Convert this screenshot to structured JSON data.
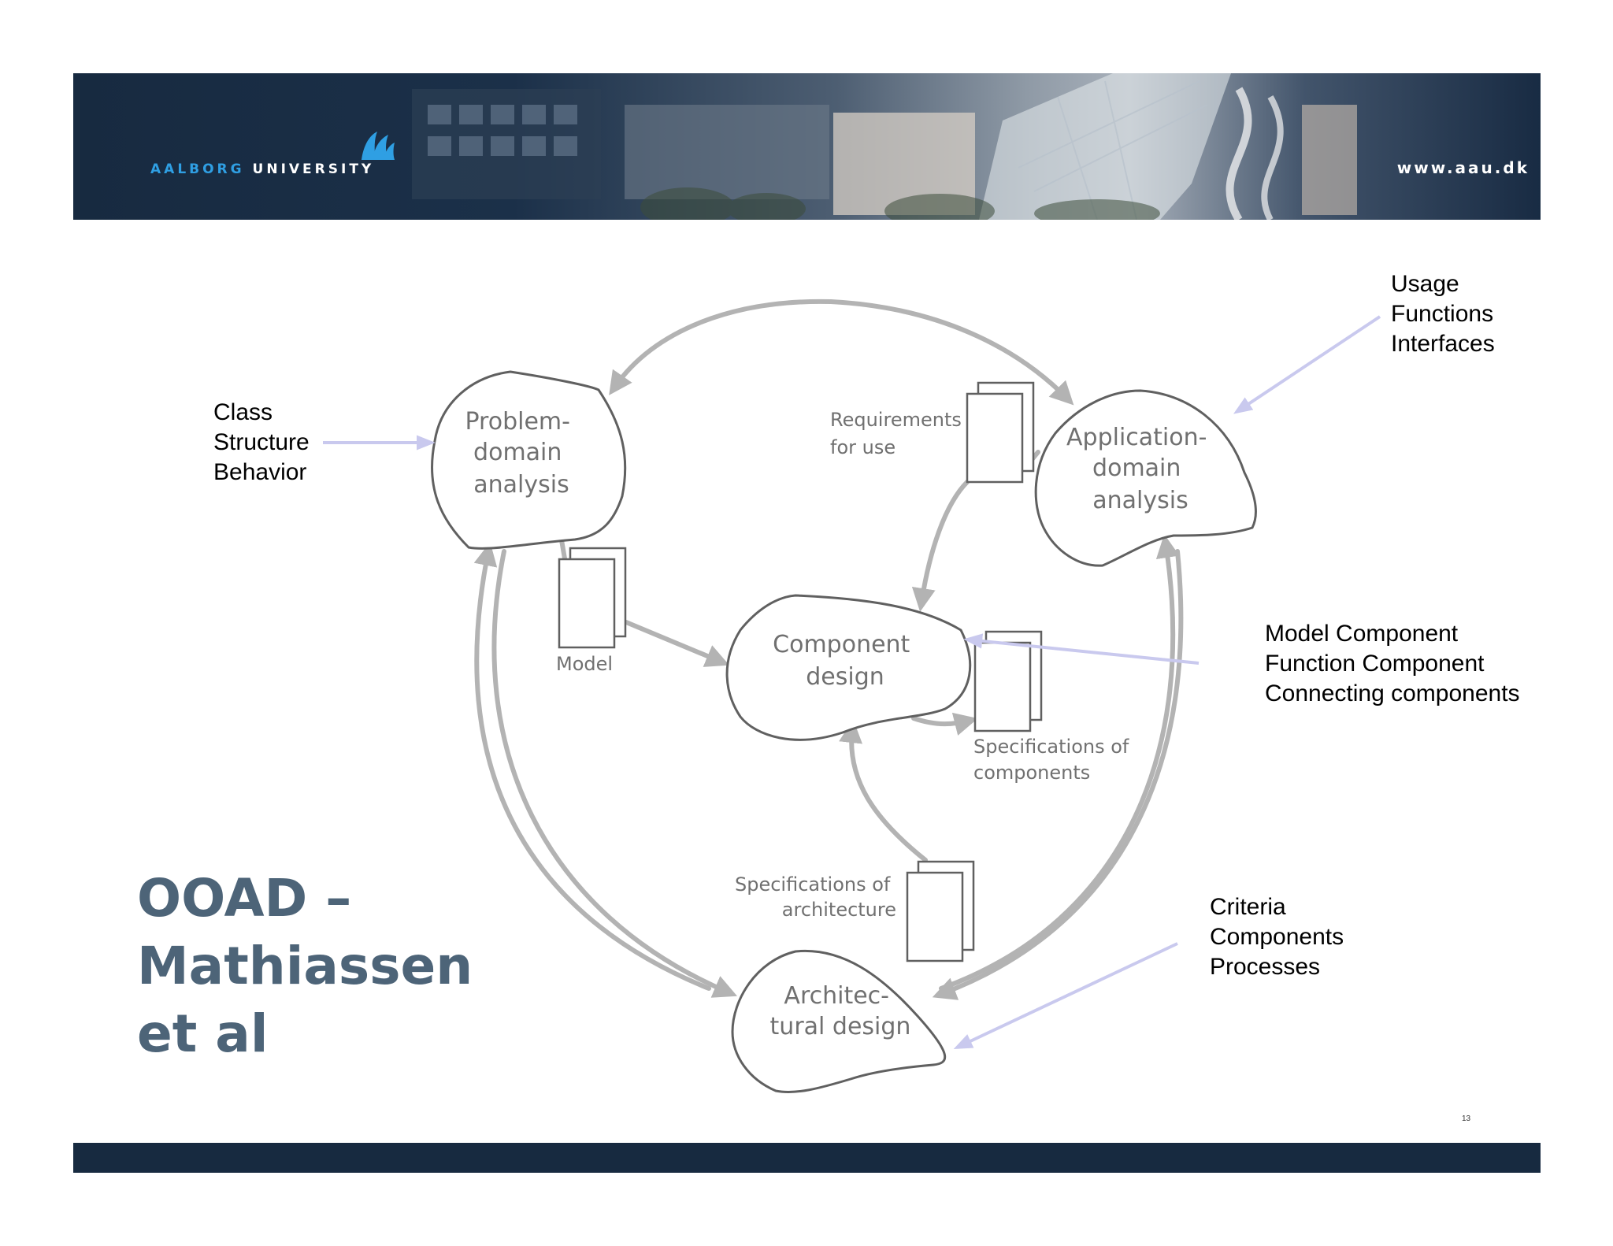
{
  "header": {
    "logo_part1": "AALBORG",
    "logo_part2": "UNIVERSITY",
    "url": "www.aau.dk"
  },
  "title": {
    "line1": "OOAD –",
    "line2": "Mathiassen",
    "line3": "et al"
  },
  "blobs": {
    "problem": [
      "Problem-",
      "domain",
      "analysis"
    ],
    "application": [
      "Application-",
      "domain",
      "analysis"
    ],
    "component": [
      "Component",
      "design"
    ],
    "architecture": [
      "Architec-",
      "tural design"
    ]
  },
  "documents": {
    "requirements": [
      "Requirements",
      "for use"
    ],
    "model": [
      "Model"
    ],
    "spec_components": [
      "Specifications of",
      "components"
    ],
    "spec_architecture": [
      "Specifications of",
      "architecture"
    ]
  },
  "notes": {
    "class": [
      "Class",
      "Structure",
      "Behavior"
    ],
    "usage": [
      "Usage",
      "Functions",
      "Interfaces"
    ],
    "model_component": [
      "Model Component",
      "Function Component",
      "Connecting components"
    ],
    "criteria": [
      "Criteria",
      "Components",
      "Processes"
    ]
  },
  "page_number": "13",
  "colors": {
    "header_navy": "#172a40",
    "title_blue": "#4d6478",
    "logo_blue": "#2f9fe3",
    "arrow_gray": "#b3b3b3",
    "pointer_lavender": "#c9c9ee"
  }
}
